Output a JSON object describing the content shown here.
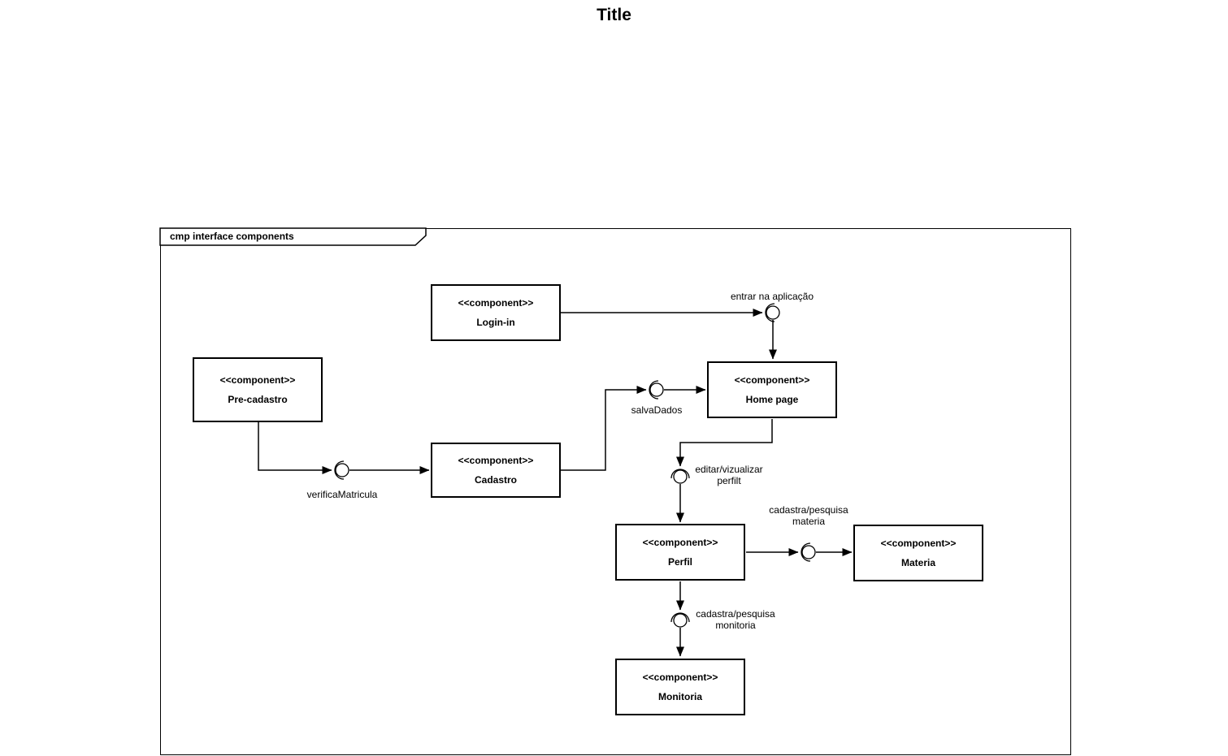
{
  "title": "Title",
  "frame": {
    "label": "cmp interface components"
  },
  "stereotype": "<<component>>",
  "components": [
    {
      "name": "Login-in"
    },
    {
      "name": "Pre-cadastro"
    },
    {
      "name": "Cadastro"
    },
    {
      "name": "Home page"
    },
    {
      "name": "Perfil"
    },
    {
      "name": "Materia"
    },
    {
      "name": "Monitoria"
    }
  ],
  "connectors": [
    {
      "label": "entrar na aplicação"
    },
    {
      "label": "verificaMatricula"
    },
    {
      "label": "salvaDados"
    },
    {
      "label": "editar/vizualizar\nperfilt"
    },
    {
      "label": "cadastra/pesquisa\nmateria"
    },
    {
      "label": "cadastra/pesquisa\nmonitoria"
    }
  ],
  "colors": {
    "stroke": "#000000",
    "fill": "#ffffff"
  }
}
